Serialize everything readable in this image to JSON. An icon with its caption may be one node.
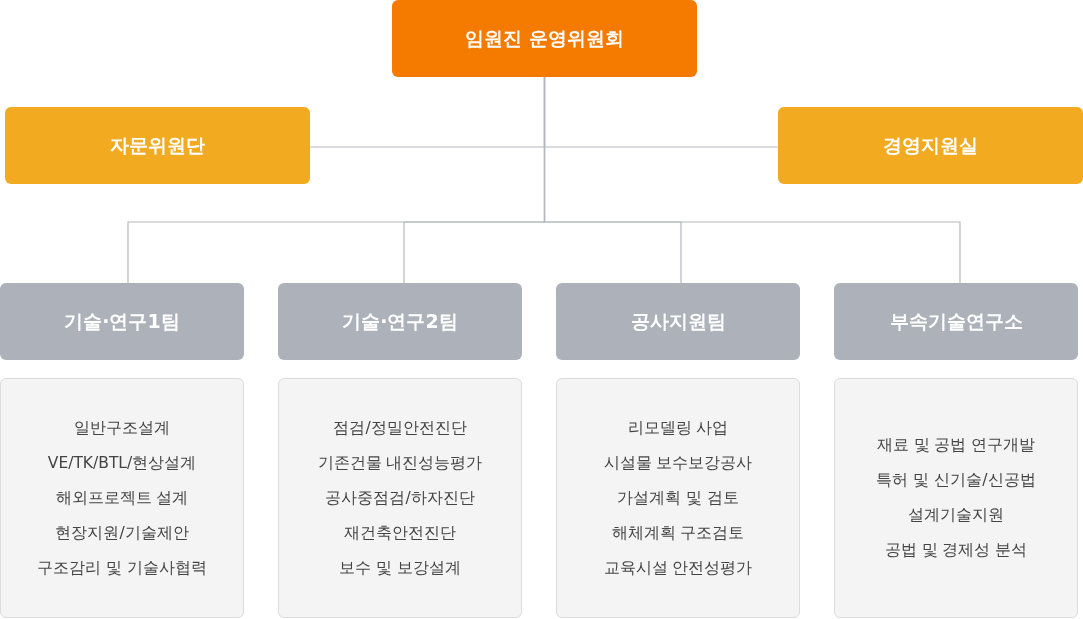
{
  "diagram": {
    "nodes": [
      {
        "text": [
          "임원진 운영위원회"
        ]
      },
      {
        "text": [
          "자문위원단"
        ]
      },
      {
        "text": [
          "경영지원실"
        ]
      },
      {
        "text": [
          "기술·연구1팀"
        ]
      },
      {
        "text": [
          "기술·연구2팀"
        ]
      },
      {
        "text": [
          "공사지원팀"
        ]
      },
      {
        "text": [
          "부속기술연구소"
        ]
      },
      {
        "text": [
          "일반구조설계",
          "VE/TK/BTL/현상설계",
          "해외프로젝트 설계",
          "현장지원/기술제안",
          "구조감리 및 기술사협력"
        ]
      },
      {
        "text": [
          "점검/정밀안전진단",
          "기존건물 내진성능평가",
          "공사중점검/하자진단",
          "재건축안전진단",
          "보수 및 보강설계"
        ]
      },
      {
        "text": [
          "리모델링 사업",
          "시설물 보수보강공사",
          "가설계획 및 검토",
          "해체계획 구조검토",
          "교육시설 안전성평가"
        ]
      },
      {
        "text": [
          "재료 및 공법 연구개발",
          "특허 및 신기술/신공법",
          "설계기술지원",
          "공법 및 경제성 분석"
        ]
      }
    ],
    "edges": [
      {
        "from": 0,
        "to": 1,
        "arrow": "none"
      },
      {
        "from": 0,
        "to": 2,
        "arrow": "none"
      },
      {
        "from": 0,
        "to": 3,
        "arrow": "none"
      },
      {
        "from": 0,
        "to": 4,
        "arrow": "none"
      },
      {
        "from": 0,
        "to": 5,
        "arrow": "none"
      },
      {
        "from": 0,
        "to": 6,
        "arrow": "none"
      }
    ]
  }
}
